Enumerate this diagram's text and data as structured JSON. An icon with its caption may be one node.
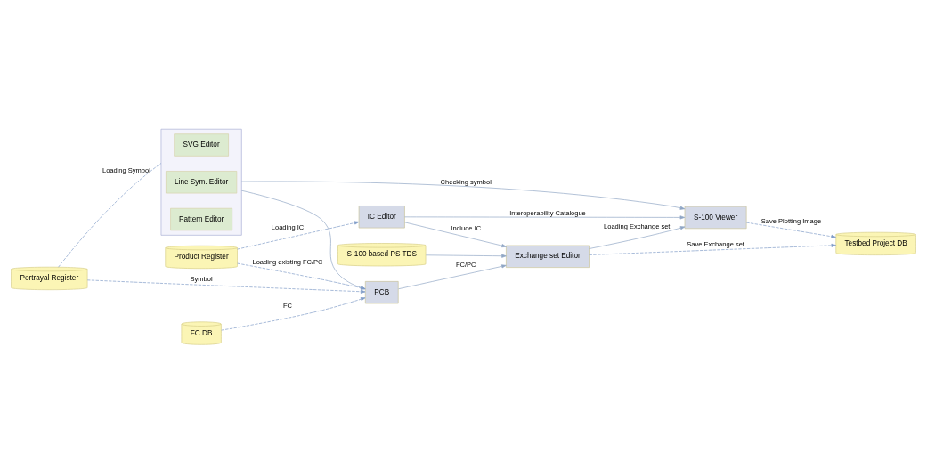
{
  "diagram": {
    "nodes": [
      {
        "text": [],
        "shape": "box"
      },
      {
        "text": [
          "SVG Editor"
        ],
        "in": 0
      },
      {
        "text": [
          "Line Sym. Editor"
        ],
        "in": 0
      },
      {
        "text": [
          "Pattern Editor"
        ],
        "in": 0
      },
      {
        "text": [
          "Portrayal Register"
        ]
      },
      {
        "text": [
          "FC DB"
        ]
      },
      {
        "text": [
          "PCB"
        ]
      },
      {
        "text": [
          "S-100 based PS TDS"
        ]
      },
      {
        "text": [
          "Exchange set Editor"
        ]
      },
      {
        "text": [
          "S-100 Viewer"
        ]
      },
      {
        "text": [
          "Product Register"
        ]
      },
      {
        "text": [
          "IC Editor"
        ]
      },
      {
        "text": [
          "Testbed Project DB"
        ]
      }
    ],
    "edges": [
      {
        "from": 4,
        "to": 0,
        "arrow": "none",
        "label": "Loading Symbol",
        "style": "dashed"
      },
      {
        "from": 0,
        "to": 6,
        "arrow": "to"
      },
      {
        "from": 4,
        "to": 6,
        "arrow": "to",
        "label": "Symbol",
        "style": "dashed"
      },
      {
        "from": 5,
        "to": 6,
        "arrow": "to",
        "label": "FC",
        "style": "dashed"
      },
      {
        "from": 10,
        "to": 6,
        "arrow": "to",
        "label": "Loading existing FC/PC",
        "style": "dashed"
      },
      {
        "from": 6,
        "to": 8,
        "arrow": "to",
        "label": "FC/PC"
      },
      {
        "from": 7,
        "to": 8,
        "arrow": "to"
      },
      {
        "from": 0,
        "to": 9,
        "arrow": "to",
        "label": "Checking symbol"
      },
      {
        "from": 8,
        "to": 9,
        "arrow": "to",
        "label": "Loading Exchange set"
      },
      {
        "from": 11,
        "to": 8,
        "arrow": "to",
        "label": "Include IC"
      },
      {
        "from": 10,
        "to": 11,
        "arrow": "to",
        "label": "Loading IC",
        "style": "dashed"
      },
      {
        "from": 11,
        "to": 9,
        "arrow": "to",
        "label": "Interoperability Catalogue"
      },
      {
        "from": 8,
        "to": 12,
        "arrow": "to",
        "label": "Save Exchange set",
        "style": "dashed"
      },
      {
        "from": 9,
        "to": 12,
        "arrow": "to",
        "label": "Save Plotting Image",
        "style": "dashed"
      }
    ]
  }
}
